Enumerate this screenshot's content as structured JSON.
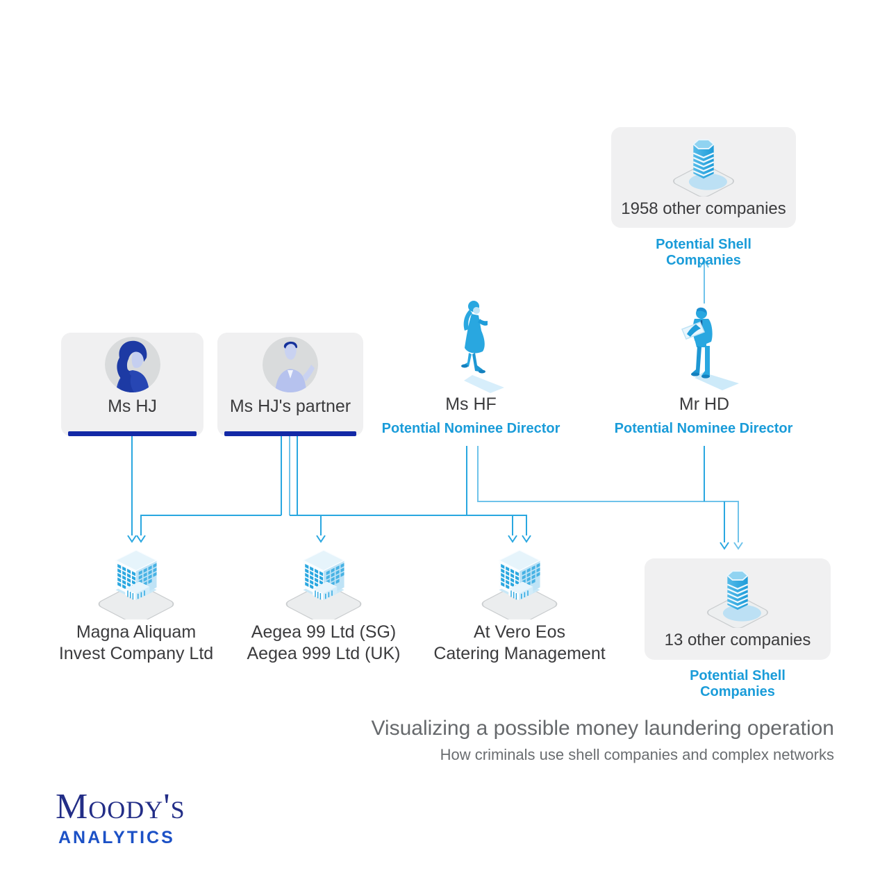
{
  "header_card": {
    "label": "1958 other companies",
    "tag": "Potential Shell Companies",
    "icon": "tower-building-icon"
  },
  "people": {
    "ms_hj": {
      "label": "Ms HJ",
      "icon": "woman-avatar-icon"
    },
    "partner": {
      "label": "Ms HJ's partner",
      "icon": "man-avatar-icon"
    },
    "ms_hf": {
      "label": "Ms HF",
      "role": "Potential Nominee Director",
      "icon": "woman-figure-icon"
    },
    "mr_hd": {
      "label": "Mr HD",
      "role": "Potential Nominee Director",
      "icon": "man-figure-icon"
    }
  },
  "companies": {
    "magna": {
      "line1": "Magna Aliquam",
      "line2": "Invest Company Ltd",
      "icon": "office-building-icon"
    },
    "aegea": {
      "line1": "Aegea 99 Ltd (SG)",
      "line2": "Aegea 999 Ltd (UK)",
      "icon": "office-building-icon"
    },
    "vero": {
      "line1": "At Vero Eos",
      "line2": "Catering Management",
      "icon": "office-building-icon"
    },
    "shell_13": {
      "label": "13 other companies",
      "tag": "Potential Shell Companies",
      "icon": "tower-building-icon"
    }
  },
  "footer": {
    "title": "Visualizing a possible money laundering operation",
    "subtitle": "How criminals use shell companies and complex networks"
  },
  "brand": {
    "name": "Moody's",
    "division": "ANALYTICS"
  },
  "colors": {
    "connector_blue": "#29A7E0",
    "tag_blue": "#1A9CD9",
    "navy_bar": "#1329A6",
    "card_bg": "#F0F0F1",
    "text_dark": "#3B3B3D",
    "title_gray": "#66696C",
    "brand_navy": "#232E87",
    "brand_blue": "#1C51C6"
  }
}
